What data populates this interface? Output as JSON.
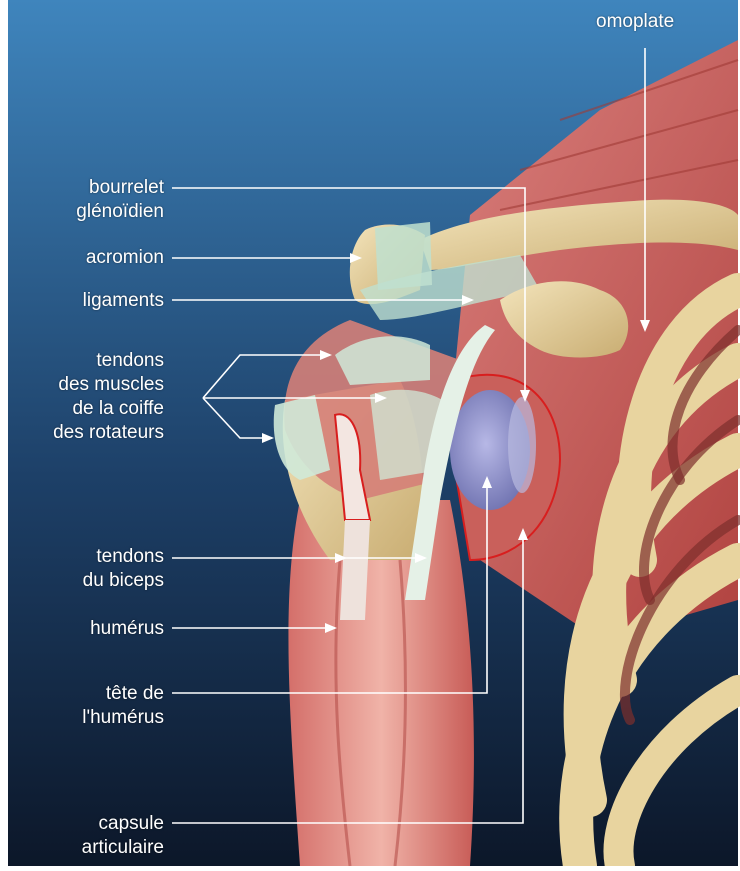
{
  "labels": {
    "omoplate": "omoplate",
    "bourrelet_1": "bourrelet",
    "bourrelet_2": "glénoïdien",
    "acromion": "acromion",
    "ligaments": "ligaments",
    "tendons_coiffe_1": "tendons",
    "tendons_coiffe_2": "des muscles",
    "tendons_coiffe_3": "de la coiffe",
    "tendons_coiffe_4": "des rotateurs",
    "tendons_biceps_1": "tendons",
    "tendons_biceps_2": "du biceps",
    "humerus": "humérus",
    "tete_1": "tête de",
    "tete_2": "l'humérus",
    "capsule_1": "capsule",
    "capsule_2": "articulaire"
  },
  "colors": {
    "background_top": "#3f85bd",
    "background_bottom": "#0d1a2e",
    "bone": "#e7d3a2",
    "muscle": "#d4625e",
    "tendon": "#cfe9d8",
    "capsule_outline": "#d81e1e",
    "humeral_head": "#8c8fc6",
    "leader_line": "#ffffff"
  }
}
